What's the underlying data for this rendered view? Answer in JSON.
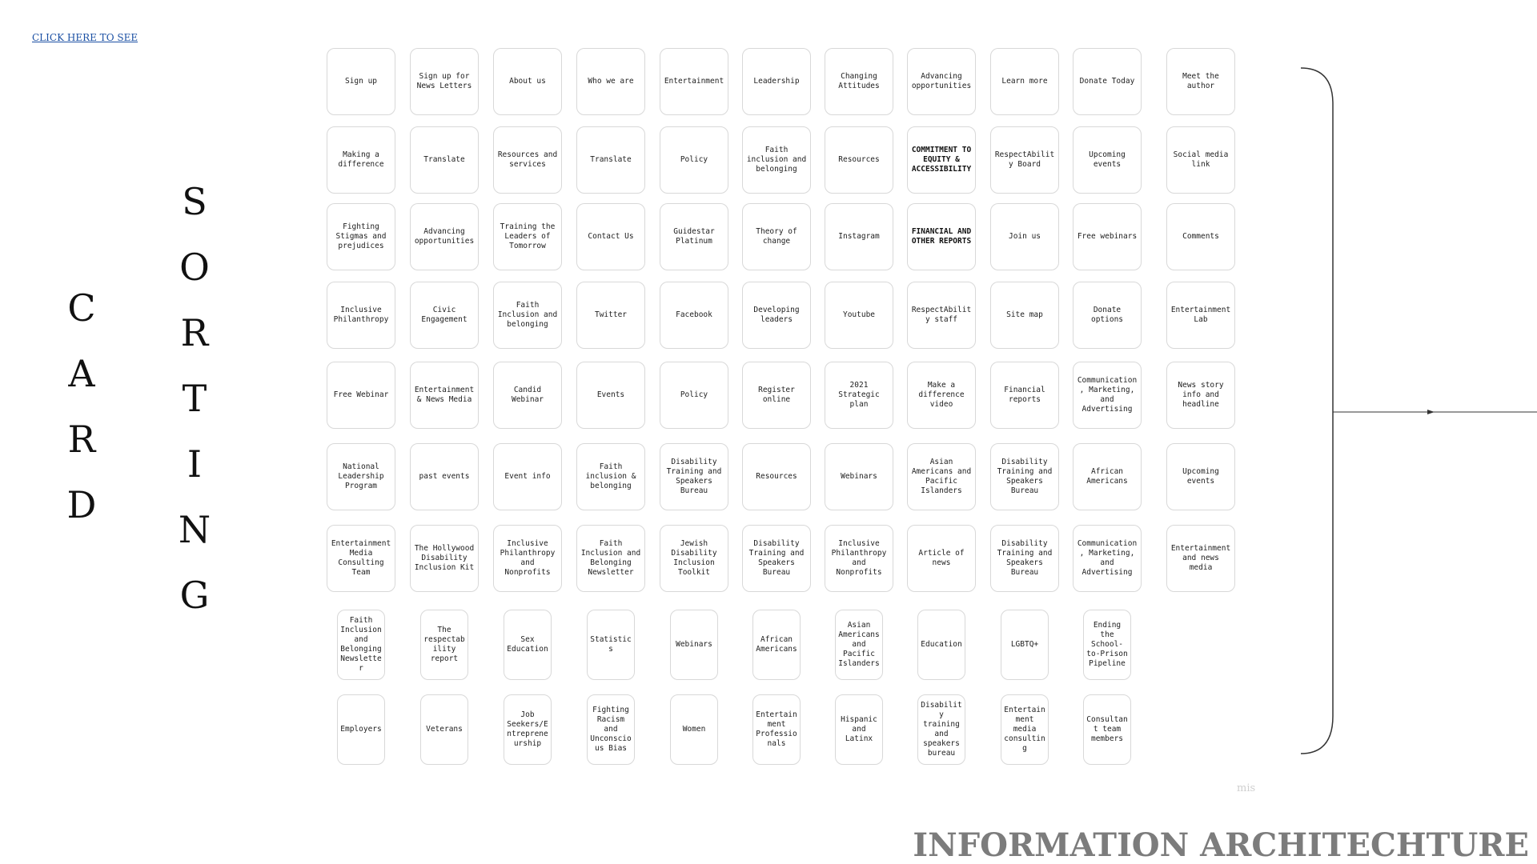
{
  "link_text": "CLICK HERE TO SEE",
  "vertical_words": {
    "card": [
      "C",
      "A",
      "R",
      "D"
    ],
    "sorting": [
      "S",
      "O",
      "R",
      "T",
      "I",
      "N",
      "G"
    ]
  },
  "title": "INFORMATION ARCHITECHTURE",
  "faint_text": "mis",
  "rows": [
    [
      "Sign up",
      "Sign up for News Letters",
      "About us",
      "Who we are",
      "Entertainment",
      "Leadership",
      "Changing Attitudes",
      "Advancing opportunities",
      "Learn more",
      "Donate Today",
      "Meet the author"
    ],
    [
      "Making a difference",
      "Translate",
      "Resources and services",
      "Translate",
      "Policy",
      "Faith inclusion and belonging",
      "Resources",
      "COMMITMENT TO EQUITY & ACCESSIBILITY",
      "RespectAbility Board",
      "Upcoming events",
      "Social media link"
    ],
    [
      "Fighting Stigmas and prejudices",
      "Advancing opportunities",
      "Training the Leaders of Tomorrow",
      "Contact Us",
      "Guidestar Platinum",
      "Theory of change",
      "Instagram",
      "FINANCIAL AND OTHER REPORTS",
      "Join us",
      "Free webinars",
      "Comments"
    ],
    [
      "Inclusive Philanthropy",
      "Civic Engagement",
      "Faith Inclusion and belonging",
      "Twitter",
      "Facebook",
      "Developing leaders",
      "Youtube",
      "RespectAbility staff",
      "Site map",
      "Donate options",
      "Entertainment Lab"
    ],
    [
      "Free Webinar",
      "Entertainment & News Media",
      "Candid Webinar",
      "Events",
      "Policy",
      "Register online",
      "2021 Strategic plan",
      "Make a difference video",
      "Financial reports",
      "Communication, Marketing, and Advertising",
      "News story info and headline"
    ],
    [
      "National Leadership Program",
      "past events",
      "Event info",
      "Faith inclusion & belonging",
      "Disability Training and Speakers Bureau",
      "Resources",
      "Webinars",
      "Asian Americans and Pacific Islanders",
      "Disability Training and Speakers Bureau",
      "African Americans",
      "Upcoming events"
    ],
    [
      "Entertainment Media Consulting Team",
      "The Hollywood Disability Inclusion Kit",
      "Inclusive Philanthropy and Nonprofits",
      "Faith Inclusion and Belonging Newsletter",
      "Jewish Disability Inclusion Toolkit",
      "Disability Training and Speakers Bureau",
      "Inclusive Philanthropy and Nonprofits",
      "Article of news",
      "Disability Training and Speakers Bureau",
      "Communication, Marketing, and Advertising",
      "Entertainment and news media"
    ],
    [
      "Faith Inclusion and Belonging Newsletter",
      "The respectability report",
      "Sex Education",
      "Statistics",
      "Webinars",
      "African Americans",
      "Asian Americans and Pacific Islanders",
      "Education",
      "LGBTQ+",
      "Ending the School-to-Prison Pipeline"
    ],
    [
      "Employers",
      "Veterans",
      "Job Seekers/Entrepreneurship",
      "Fighting Racism and Unconscious Bias",
      "Women",
      "Entertainment Professionals",
      "Hispanic and Latinx",
      "Disability training and speakers bureau",
      "Entertainment media consulting",
      "Consultant team members"
    ]
  ]
}
